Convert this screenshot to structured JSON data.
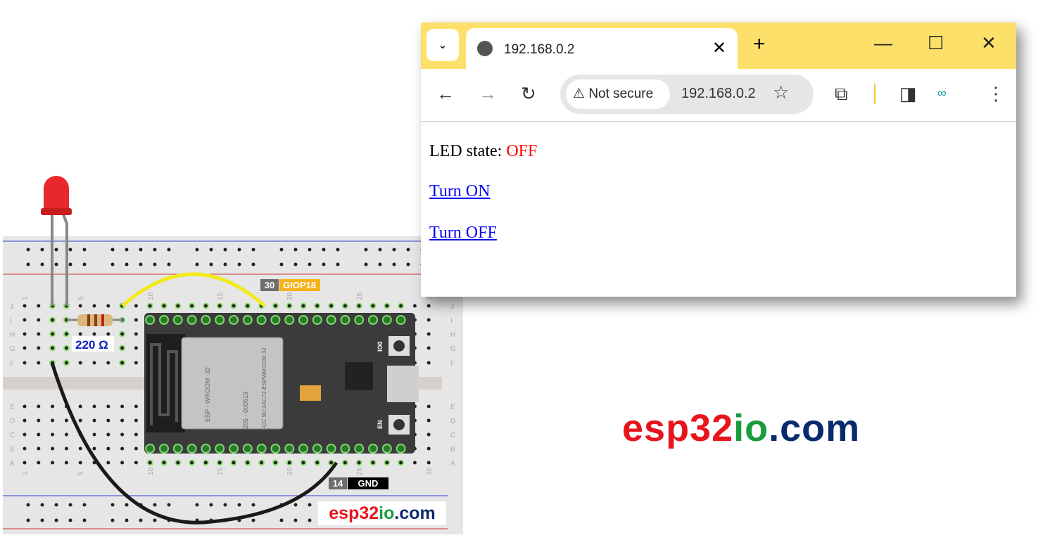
{
  "diagram": {
    "resistor_label": "220 Ω",
    "pin_gpio": {
      "number": "30",
      "name": "GIOP18"
    },
    "pin_gnd": {
      "number": "14",
      "name": "GND"
    },
    "row_labels": [
      "J",
      "I",
      "H",
      "G",
      "F",
      "E",
      "D",
      "C",
      "B",
      "A"
    ],
    "column_labels": [
      "1",
      "5",
      "10",
      "15",
      "20",
      "25",
      "30"
    ],
    "module_text": [
      "ESP - WROOM -32",
      "205 - 000519",
      "FCC 9D:2AC72-ESPWROOM 32"
    ],
    "button_labels": [
      "IO0",
      "EN"
    ],
    "watermark": {
      "a": "esp32",
      "b": "io",
      ".com": ".com"
    },
    "colors": {
      "wire_signal": "#f2ea1a",
      "wire_ground": "#1a1a1a",
      "led": "#e8282d",
      "board": "#3b3b3b"
    }
  },
  "browser": {
    "tab_title": "192.168.0.2",
    "new_tab": "+",
    "security_label": "Not secure",
    "url": "192.168.0.2",
    "icons": [
      "chevron-down-icon",
      "globe-icon",
      "close-icon",
      "plus-icon",
      "minimize-icon",
      "maximize-icon",
      "window-close-icon",
      "back-icon",
      "forward-icon",
      "reload-icon",
      "warning-icon",
      "star-icon",
      "extensions-icon",
      "side-panel-icon",
      "arduino-icon",
      "menu-icon"
    ],
    "page": {
      "state_label": "LED state: ",
      "state_value": "OFF",
      "state_color": "#ff0000",
      "link_on": "Turn ON",
      "link_off": "Turn OFF"
    }
  },
  "logo": {
    "part1": "esp32",
    "part2": "io",
    "part3": ".com",
    "colors": {
      "part1": "#e8141c",
      "part2": "#1a9c3e",
      "part3": "#0a2b6b"
    }
  }
}
